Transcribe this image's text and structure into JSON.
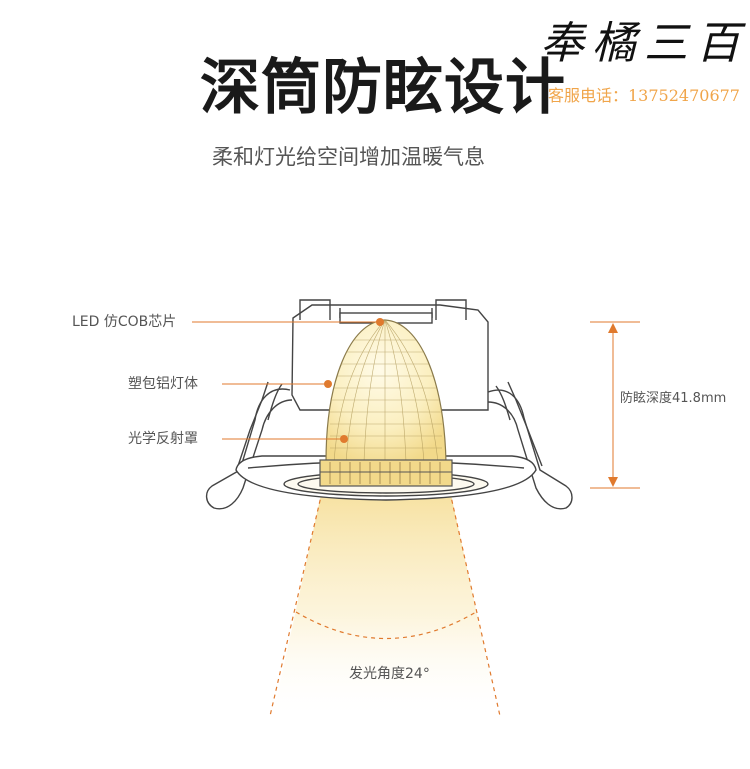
{
  "header": {
    "title": "深筒防眩设计",
    "subtitle": "柔和灯光给空间增加温暖气息"
  },
  "watermark": {
    "brand": "奉橘三百",
    "phone": "客服电话：13752470677"
  },
  "labels": {
    "chip": "LED 仿COB芯片",
    "body": "塑包铝灯体",
    "reflector": "光学反射罩",
    "depth": "防眩深度41.8mm",
    "beam_angle": "发光角度24°"
  },
  "colors": {
    "accent": "#e07a2e",
    "glow": "#f7e3a6",
    "outline": "#444444"
  }
}
